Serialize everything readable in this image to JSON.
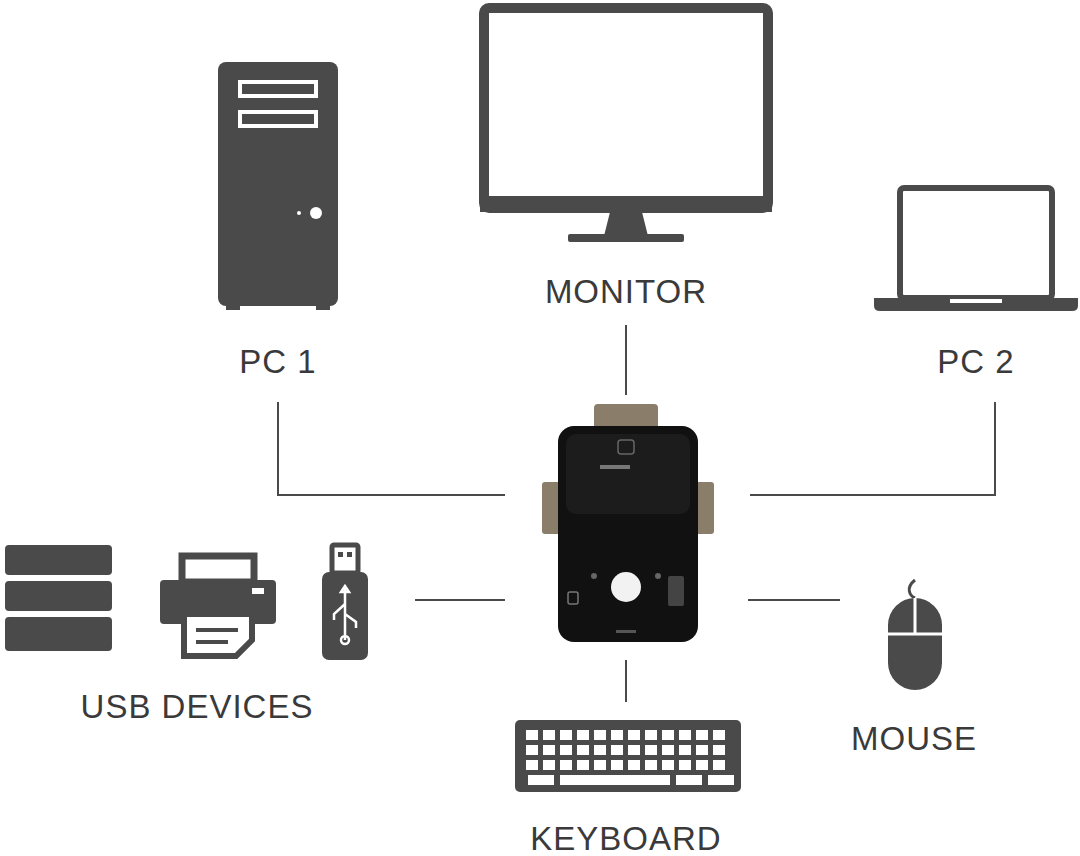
{
  "diagram": {
    "labels": [
      "MONITOR",
      "PC 1",
      "PC 2",
      "USB DEVICES",
      "MOUSE",
      "KEYBOARD"
    ]
  }
}
